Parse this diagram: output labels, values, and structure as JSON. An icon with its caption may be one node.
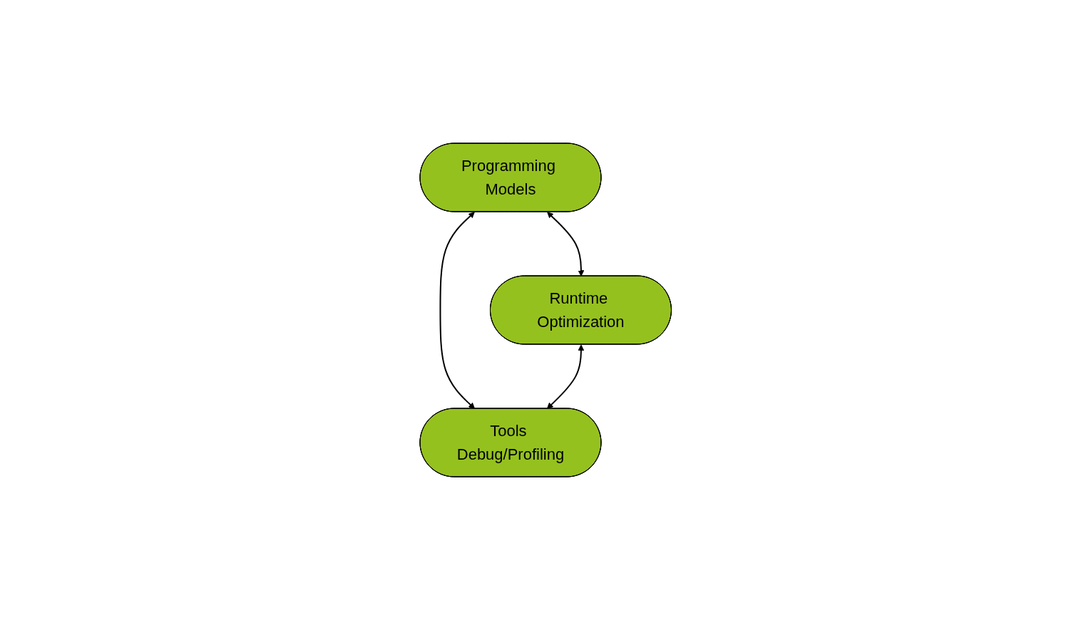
{
  "diagram": {
    "nodes": [
      {
        "text": [
          "Programming Models"
        ]
      },
      {
        "text": [
          "Runtime Optimization"
        ]
      },
      {
        "text": [
          "Tools Debug/Profiling"
        ]
      }
    ],
    "edges": [
      {
        "from": 0,
        "to": 1,
        "arrow": "both"
      },
      {
        "from": 0,
        "to": 2,
        "arrow": "both"
      },
      {
        "from": 1,
        "to": 2,
        "arrow": "both"
      }
    ]
  }
}
